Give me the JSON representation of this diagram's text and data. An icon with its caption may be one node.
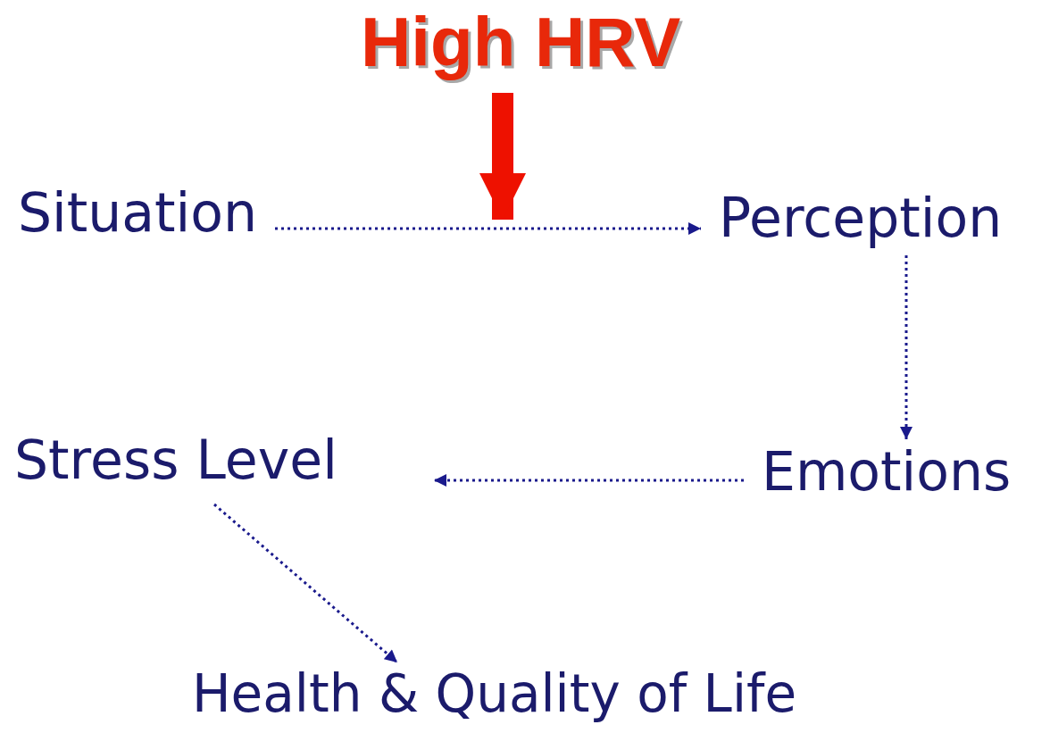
{
  "diagram": {
    "nodes": [
      {
        "text": [
          "High HRV"
        ]
      },
      {
        "text": [
          "Situation"
        ]
      },
      {
        "text": [
          "Perception"
        ]
      },
      {
        "text": [
          "Emotions"
        ]
      },
      {
        "text": [
          "Stress Level"
        ]
      },
      {
        "text": [
          "Health & Quality of Life"
        ]
      }
    ],
    "edges": [
      {
        "from": 0,
        "to": null,
        "arrow": "to",
        "style": "thick",
        "color": "#ee1100"
      },
      {
        "from": 1,
        "to": 2,
        "arrow": "to",
        "style": "dashed"
      },
      {
        "from": 2,
        "to": 3,
        "arrow": "to",
        "style": "dashed"
      },
      {
        "from": 3,
        "to": 4,
        "arrow": "to",
        "style": "dashed"
      },
      {
        "from": 4,
        "to": 5,
        "arrow": "to",
        "style": "dashed"
      }
    ]
  }
}
